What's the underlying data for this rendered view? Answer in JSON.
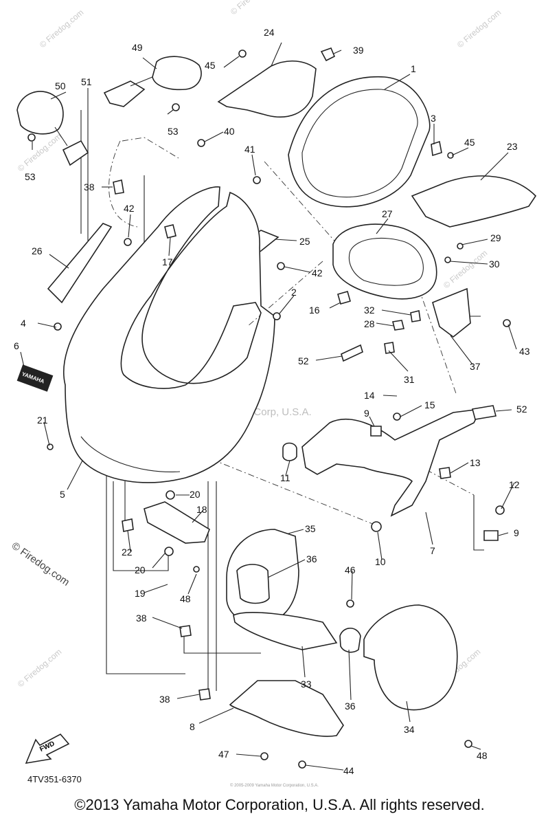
{
  "diagram": {
    "id": "4TV351-6370",
    "fwd_label": "FWD",
    "emblem_label": "YAMAHA",
    "watermark_center": "Yamaha Motor Corp, U.S.A.",
    "watermark_side": "© Firedog.com",
    "watermark_small": "© Firedog.com",
    "tiny_copyright": "© 2005-2009 Yamaha Motor Corporation, U.S.A.",
    "copyright": "©2013 Yamaha Motor Corporation, U.S.A. All rights reserved.",
    "callouts": [
      {
        "label": "1"
      },
      {
        "label": "2"
      },
      {
        "label": "3"
      },
      {
        "label": "4"
      },
      {
        "label": "5"
      },
      {
        "label": "6"
      },
      {
        "label": "7"
      },
      {
        "label": "8"
      },
      {
        "label": "9"
      },
      {
        "label": "9"
      },
      {
        "label": "10"
      },
      {
        "label": "11"
      },
      {
        "label": "12"
      },
      {
        "label": "13"
      },
      {
        "label": "14"
      },
      {
        "label": "15"
      },
      {
        "label": "16"
      },
      {
        "label": "17"
      },
      {
        "label": "18"
      },
      {
        "label": "19"
      },
      {
        "label": "20"
      },
      {
        "label": "20"
      },
      {
        "label": "21"
      },
      {
        "label": "22"
      },
      {
        "label": "23"
      },
      {
        "label": "24"
      },
      {
        "label": "25"
      },
      {
        "label": "26"
      },
      {
        "label": "27"
      },
      {
        "label": "28"
      },
      {
        "label": "29"
      },
      {
        "label": "30"
      },
      {
        "label": "31"
      },
      {
        "label": "32"
      },
      {
        "label": "33"
      },
      {
        "label": "34"
      },
      {
        "label": "35"
      },
      {
        "label": "36"
      },
      {
        "label": "36"
      },
      {
        "label": "37"
      },
      {
        "label": "38"
      },
      {
        "label": "38"
      },
      {
        "label": "38"
      },
      {
        "label": "39"
      },
      {
        "label": "40"
      },
      {
        "label": "41"
      },
      {
        "label": "42"
      },
      {
        "label": "42"
      },
      {
        "label": "43"
      },
      {
        "label": "44"
      },
      {
        "label": "45"
      },
      {
        "label": "45"
      },
      {
        "label": "46"
      },
      {
        "label": "47"
      },
      {
        "label": "48"
      },
      {
        "label": "48"
      },
      {
        "label": "49"
      },
      {
        "label": "50"
      },
      {
        "label": "51"
      },
      {
        "label": "52"
      },
      {
        "label": "52"
      },
      {
        "label": "53"
      },
      {
        "label": "53"
      }
    ]
  }
}
